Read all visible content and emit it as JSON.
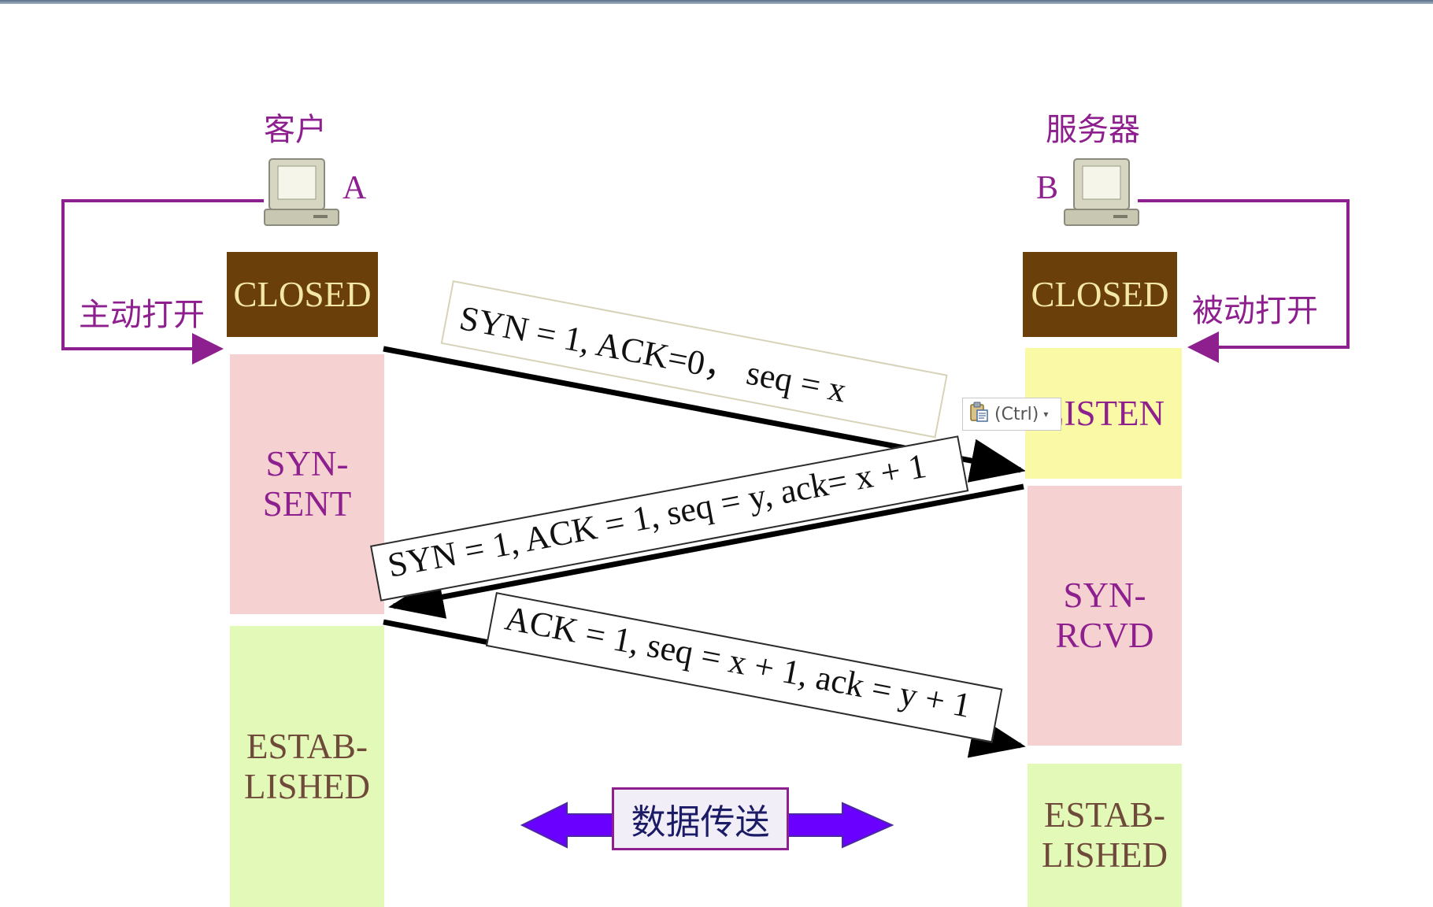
{
  "client": {
    "name": "客户",
    "letter": "A",
    "action": "主动打开"
  },
  "server": {
    "name": "服务器",
    "letter": "B",
    "action": "被动打开"
  },
  "states": {
    "client_closed": "CLOSED",
    "client_syn_sent": "SYN-\nSENT",
    "client_established": "ESTAB-\nLISHED",
    "server_closed": "CLOSED",
    "server_listen": "LISTEN",
    "server_syn_rcvd": "SYN-\nRCVD",
    "server_established": "ESTAB-\nLISHED"
  },
  "messages": {
    "syn": "SYN = 1, ACK=0， seq = x",
    "syn_ack": "SYN = 1, ACK = 1, seq = y, ack= x + 1",
    "ack": "ACK = 1, seq = x + 1, ack = y + 1"
  },
  "data_transfer": "数据传送",
  "paste_tooltip": "(Ctrl)",
  "colors": {
    "purple": "#8e1f8e",
    "closed_bg": "#6b3f09",
    "closed_text": "#f4e8a6",
    "pink_bg": "#f5d1d1",
    "listen_bg": "#fafaa6",
    "established_bg": "#e3f9b8",
    "double_arrow": "#6a00ff"
  },
  "icons": [
    "computer-icon-client",
    "computer-icon-server",
    "clipboard-icon",
    "double-arrow-icon"
  ]
}
